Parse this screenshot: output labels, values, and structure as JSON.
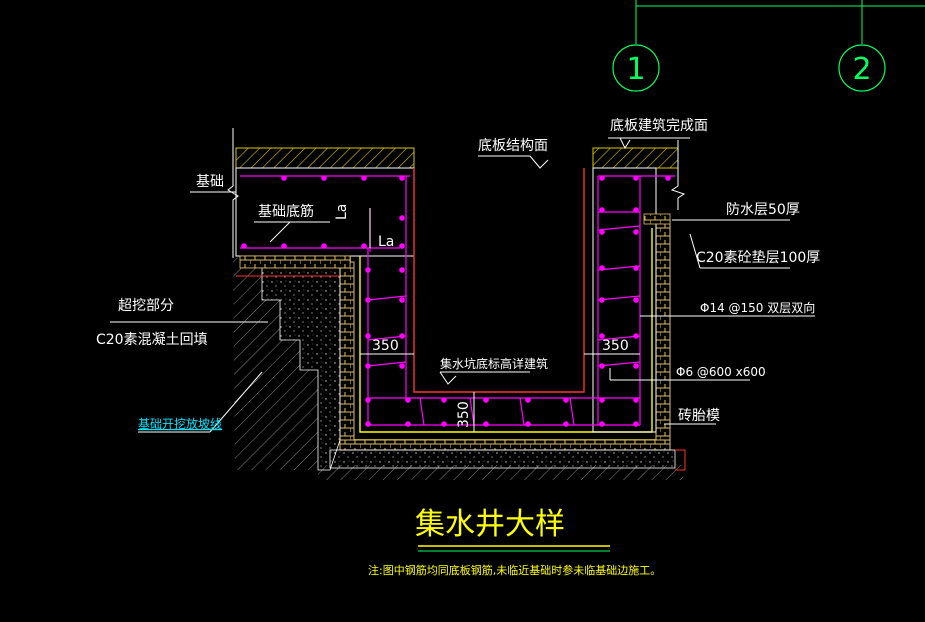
{
  "axes": [
    {
      "id": "1",
      "color": "#00ff60"
    },
    {
      "id": "2",
      "color": "#00ff60"
    }
  ],
  "labels": {
    "foundation": "基础",
    "foundation_bottom_rebar": "基础底筋",
    "la_vertical": "La",
    "la_horizontal": "La",
    "over_excavation": "超挖部分",
    "c20_backfill": "C20素混凝土回填",
    "excavation_slope_line": "基础开挖放坡线",
    "slab_structure_surface": "底板结构面",
    "slab_finish_surface": "底板建筑完成面",
    "waterproof_layer": "防水层50厚",
    "c20_cushion": "C20素砼垫层100厚",
    "rebar_spec": "Φ14 @150 双层双向",
    "tie_spec": "Φ6 @600 x600",
    "brick_formwork": "砖胎模",
    "pit_bottom_elev": "集水坑底标高详建筑",
    "dim_left": "350",
    "dim_right": "350",
    "dim_bottom": "350"
  },
  "title": "集水井大样",
  "note": "注:图中钢筋均同底板钢筋,未临近基础时参未临基础边施工。",
  "colors": {
    "rebar": "#ff00ff",
    "structure": "#ffff00",
    "dimension": "#ffffff",
    "green": "#00ff60",
    "red": "#ff3030",
    "cyan": "#00e5ff",
    "hatch": "#b0b0b0"
  }
}
